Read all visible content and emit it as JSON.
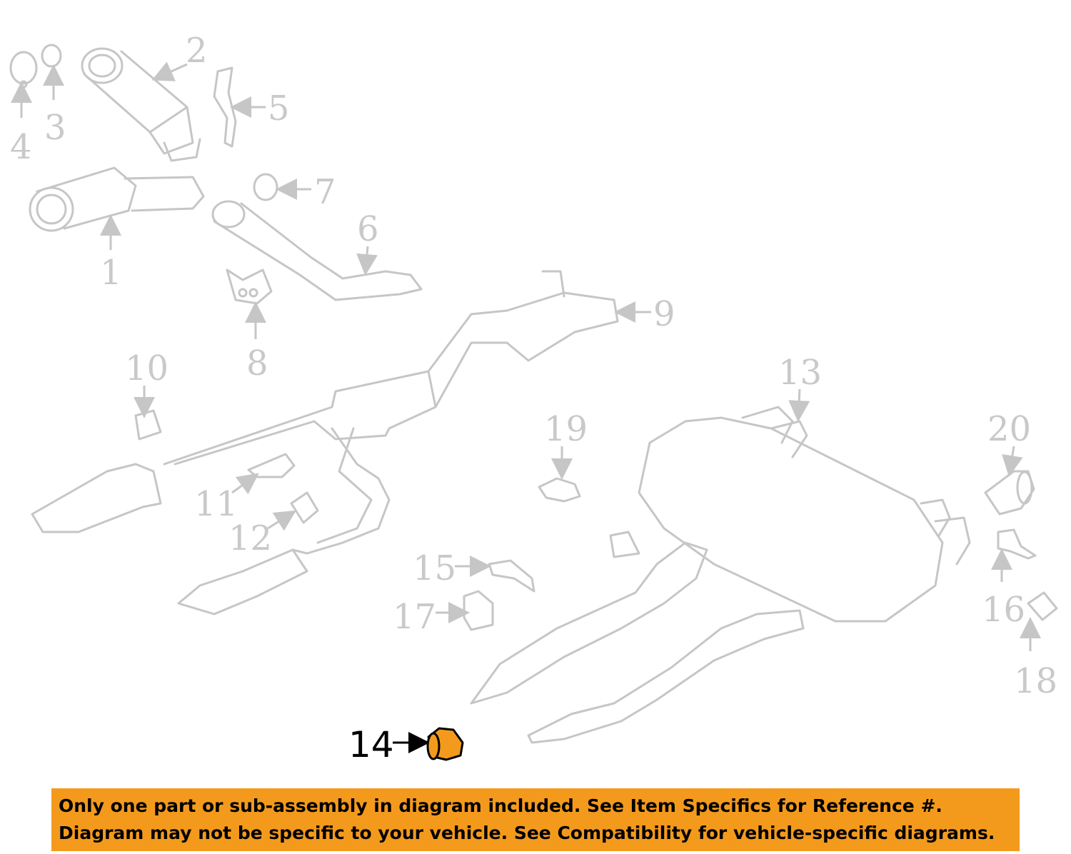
{
  "diagram": {
    "highlight_color": "#f39a1d",
    "line_color": "#c6c6c6",
    "callouts": [
      "1",
      "2",
      "3",
      "4",
      "5",
      "6",
      "7",
      "8",
      "9",
      "10",
      "11",
      "12",
      "13",
      "15",
      "16",
      "17",
      "18",
      "19",
      "20"
    ],
    "highlighted_callout": "14"
  },
  "notice": {
    "background": "#f39a1d",
    "line1": "Only one part or sub-assembly in diagram included. See Item Specifics for Reference #.",
    "line2": "Diagram may not be specific to your vehicle. See Compatibility for vehicle-specific diagrams."
  }
}
